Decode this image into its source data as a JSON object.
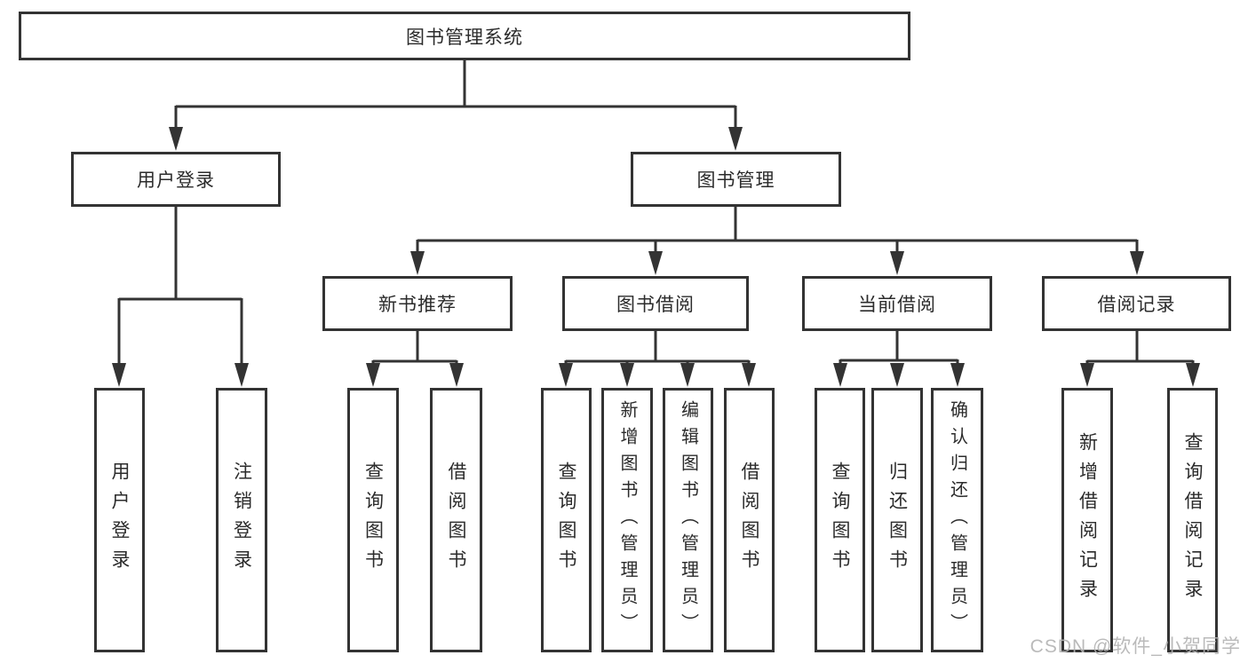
{
  "diagram": {
    "root": {
      "label": "图书管理系统"
    },
    "level2": [
      {
        "label": "用户登录"
      },
      {
        "label": "图书管理"
      }
    ],
    "level3": [
      {
        "label": "新书推荐"
      },
      {
        "label": "图书借阅"
      },
      {
        "label": "当前借阅"
      },
      {
        "label": "借阅记录"
      }
    ],
    "leaves": {
      "user_login": [
        "用户登录",
        "注销登录"
      ],
      "new_book": [
        "查询图书",
        "借阅图书"
      ],
      "book_borrow": [
        "查询图书",
        "新增图书（管理员）",
        "编辑图书（管理员）",
        "借阅图书"
      ],
      "current_borrow": [
        "查询图书",
        "归还图书",
        "确认归还（管理员）"
      ],
      "borrow_record": [
        "新增借阅记录",
        "查询借阅记录"
      ]
    }
  },
  "watermark": {
    "text": "CSDN @软件_小贺同学"
  },
  "colors": {
    "line": "#333333",
    "text": "#2b2b2b",
    "background": "#ffffff",
    "watermark": "#b3b3b3"
  }
}
